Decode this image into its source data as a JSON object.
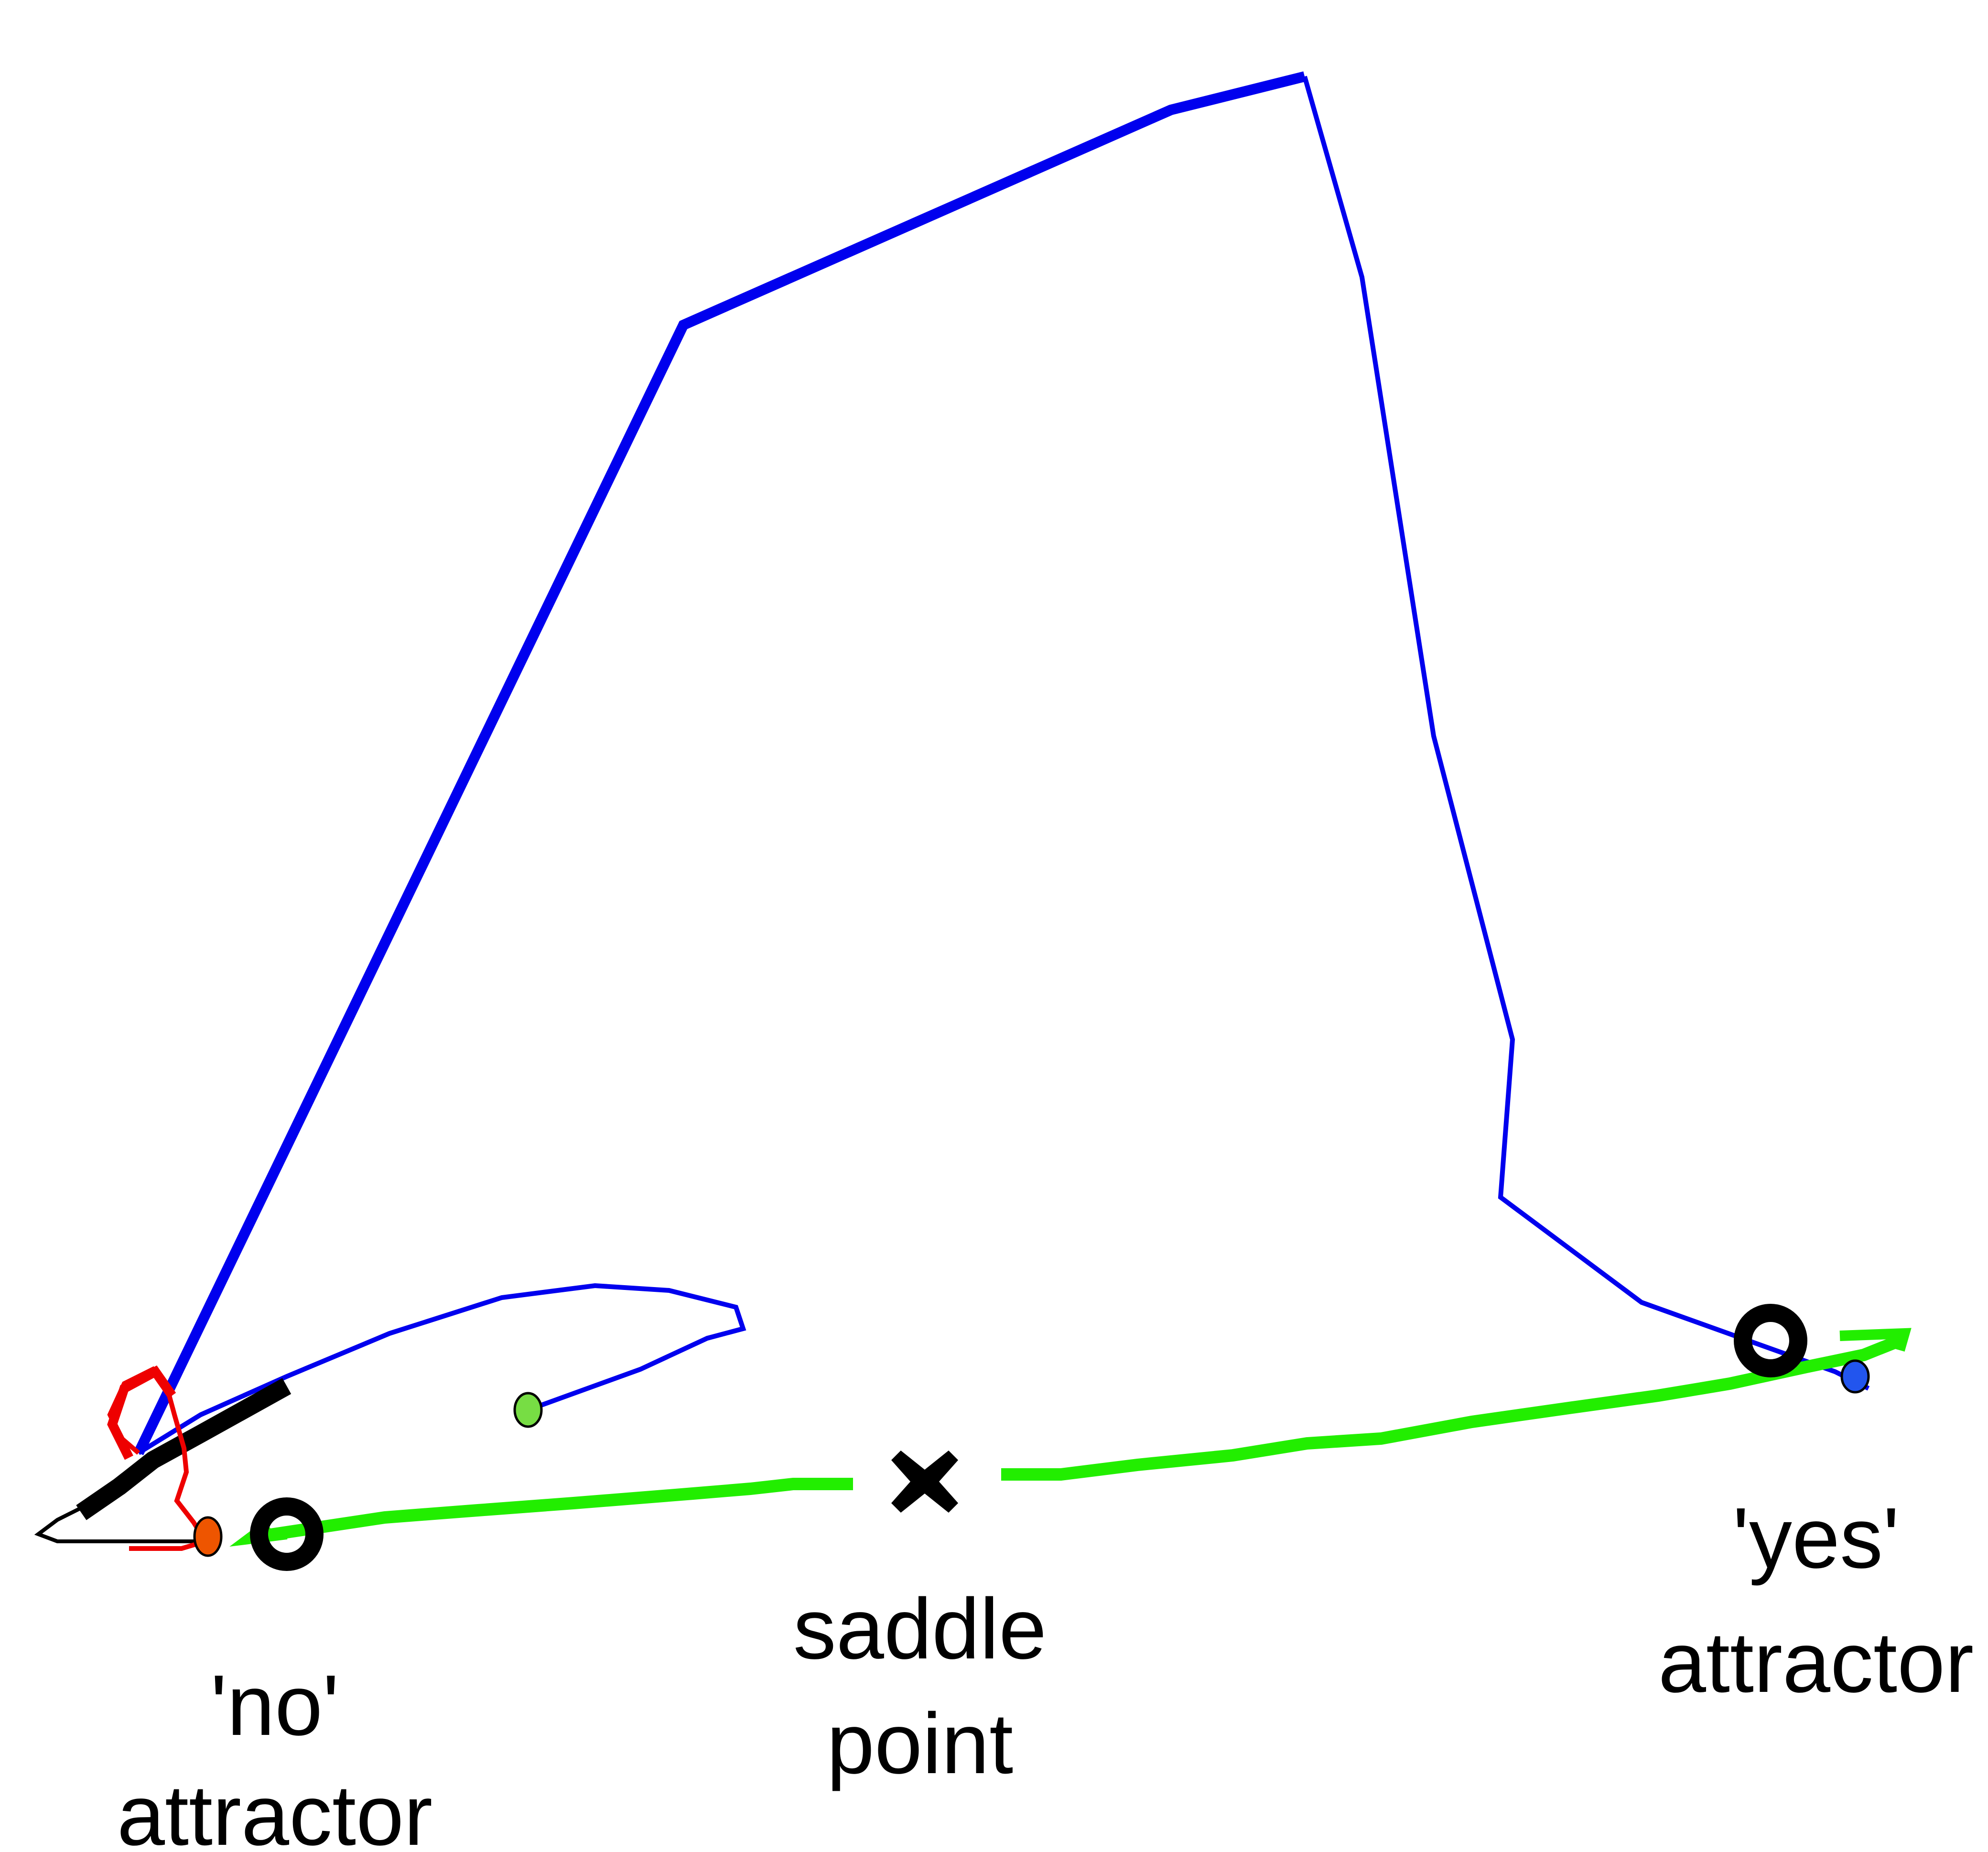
{
  "labels": {
    "no_attractor_line1": "'no'",
    "no_attractor_line2": "attractor",
    "saddle_line1": "saddle",
    "saddle_line2": "point",
    "yes_attractor_line1": "'yes'",
    "yes_attractor_line2": "attractor"
  },
  "colors": {
    "blue_trajectory": "#0000ee",
    "green_trajectory": "#22ee00",
    "red_trajectory": "#ee0000",
    "black_trajectory": "#000000",
    "attractor_ring": "#000000",
    "saddle_marker": "#000000",
    "start_green": "#77dd44",
    "start_orange": "#ee5500",
    "start_blue": "#2255ee"
  },
  "markers": {
    "no_attractor": "ring-icon",
    "yes_attractor": "ring-icon",
    "saddle_point": "cross-icon"
  }
}
